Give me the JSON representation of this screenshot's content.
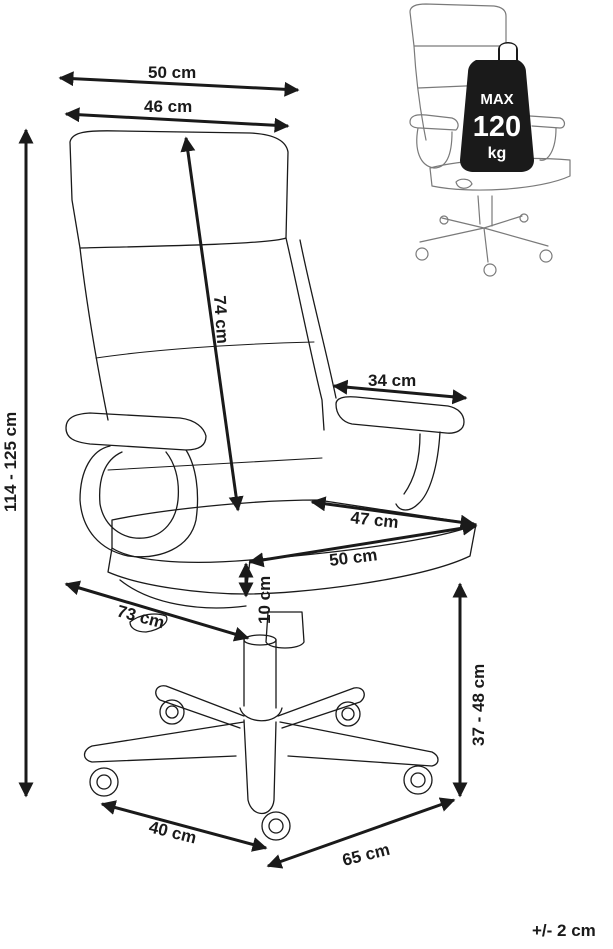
{
  "dimensions": {
    "top_width_outer": "50 cm",
    "top_width_inner": "46 cm",
    "backrest_height": "74 cm",
    "total_height": "114 - 125 cm",
    "armrest_length": "34 cm",
    "seat_depth": "47 cm",
    "seat_width": "50 cm",
    "seat_thickness": "10 cm",
    "seat_to_floor": "37 - 48 cm",
    "overall_depth": "73 cm",
    "base_side": "40 cm",
    "base_width": "65 cm"
  },
  "weight_badge": {
    "top": "MAX",
    "value": "120",
    "unit": "kg"
  },
  "tolerance": "+/- 2 cm",
  "icons": {
    "main_chair": "office-chair-line-drawing",
    "thumb_chair": "office-chair-thumbnail",
    "weight": "weight-icon"
  },
  "colors": {
    "line": "#1a1a1a",
    "thumbnail_line": "#7a7a7a",
    "background": "#ffffff"
  }
}
